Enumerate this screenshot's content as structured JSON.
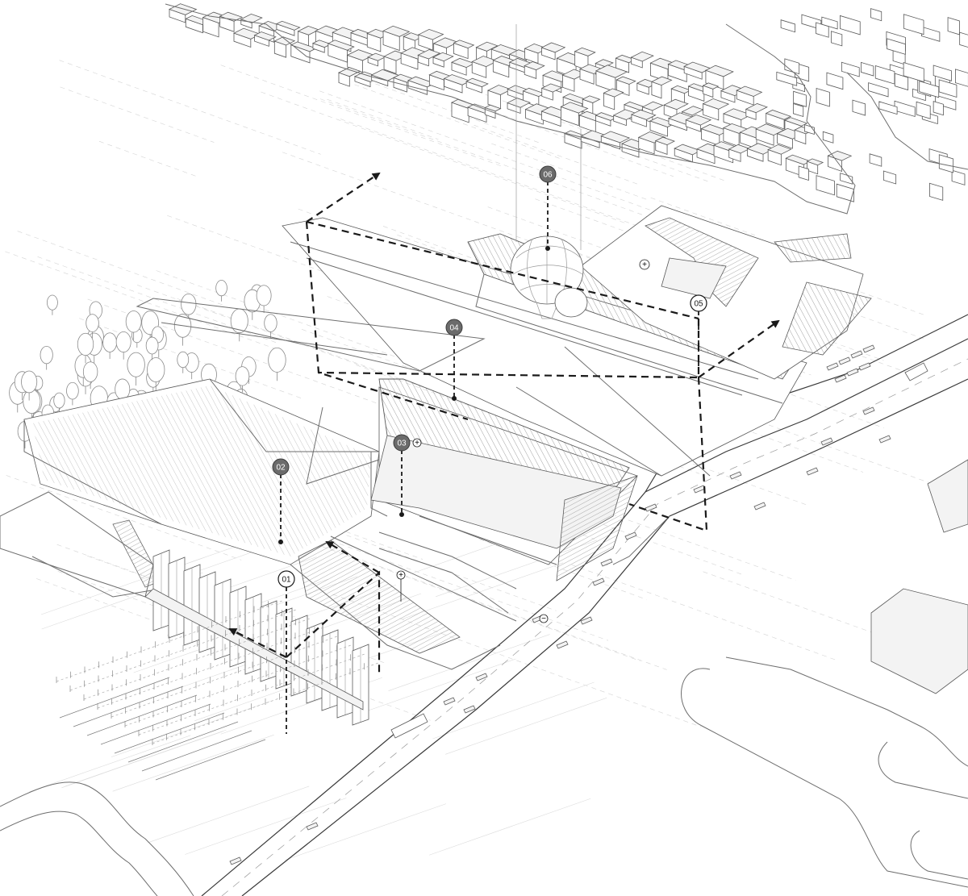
{
  "markers": [
    {
      "label": "01",
      "style": "outline"
    },
    {
      "label": "02",
      "style": "filled"
    },
    {
      "label": "03",
      "style": "filled"
    },
    {
      "label": "04",
      "style": "filled"
    },
    {
      "label": "05",
      "style": "outline"
    },
    {
      "label": "06",
      "style": "filled"
    }
  ],
  "signs": {
    "plus": "+",
    "minus": "−"
  },
  "colors": {
    "filled_marker": "#6b6b6b",
    "line": "#1a1a1a",
    "background": "#ffffff"
  }
}
